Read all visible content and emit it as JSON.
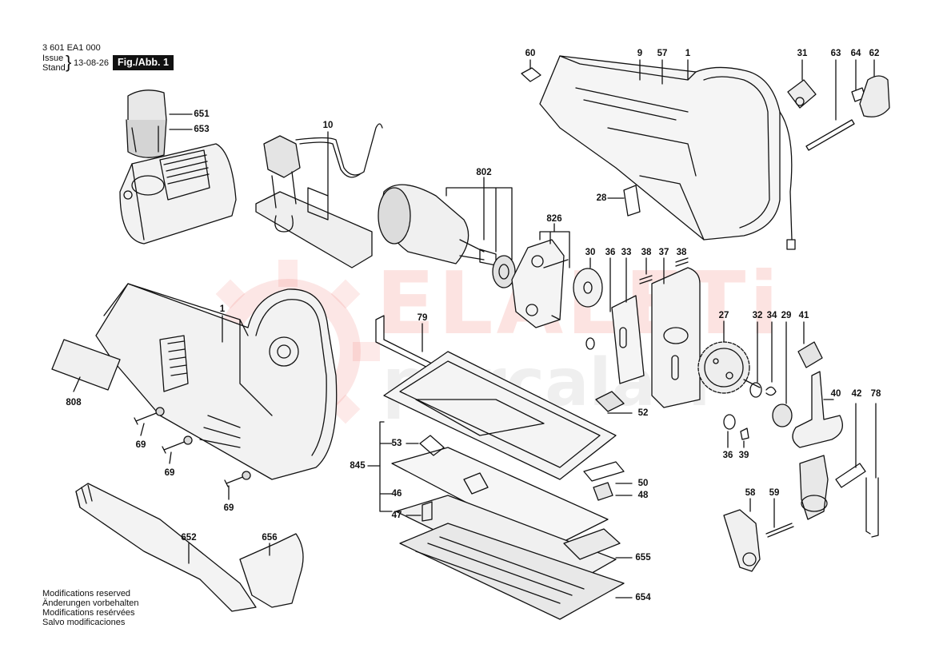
{
  "header": {
    "doc_number": "3 601 EA1 000",
    "issue_label": "Issue",
    "stand_label": "Stand",
    "date": "13-08-26",
    "figure_label": "Fig./Abb. 1"
  },
  "watermark": {
    "brand_top": "ELALETi",
    "brand_bottom": "parçaları"
  },
  "footer": {
    "lines": [
      "Modifications reserved",
      "Änderungen vorbehalten",
      "Modifications resérvées",
      "Salvo modificaciones"
    ]
  },
  "callouts": {
    "c60": "60",
    "c9": "9",
    "c57": "57",
    "c1a": "1",
    "c31": "31",
    "c63": "63",
    "c64": "64",
    "c62": "62",
    "c651": "651",
    "c653": "653",
    "c10": "10",
    "c802": "802",
    "c28": "28",
    "c826": "826",
    "c30": "30",
    "c36a": "36",
    "c33": "33",
    "c38a": "38",
    "c37": "37",
    "c38b": "38",
    "c1b": "1",
    "c79": "79",
    "c27": "27",
    "c32": "32",
    "c34": "34",
    "c29": "29",
    "c41": "41",
    "c808": "808",
    "c52": "52",
    "c40": "40",
    "c42": "42",
    "c78": "78",
    "c69a": "69",
    "c69b": "69",
    "c69c": "69",
    "c53": "53",
    "c845": "845",
    "c36b": "36",
    "c39": "39",
    "c50": "50",
    "c48": "48",
    "c46": "46",
    "c47": "47",
    "c58": "58",
    "c59": "59",
    "c652": "652",
    "c656": "656",
    "c655": "655",
    "c654": "654"
  }
}
